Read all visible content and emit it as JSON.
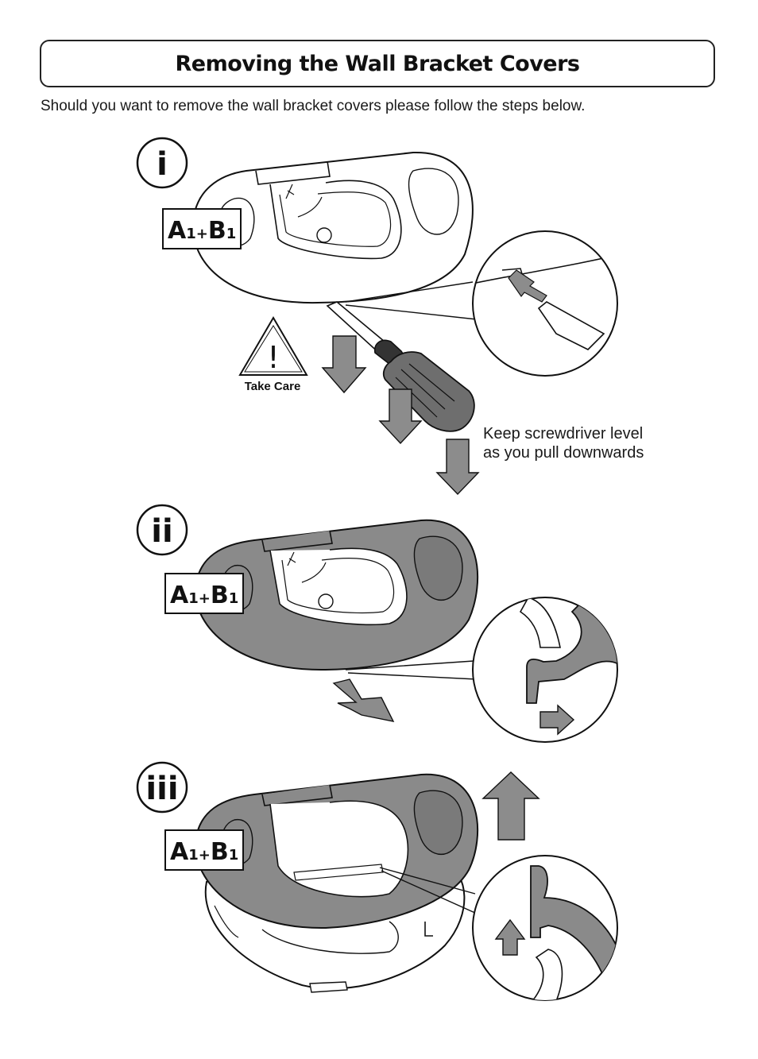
{
  "header": {
    "title": "Removing the Wall Bracket Covers",
    "intro": "Should you want to remove the wall bracket covers please follow the steps below."
  },
  "steps": [
    {
      "number": "i",
      "part_label": {
        "letter_a": "A",
        "sub_a": "1",
        "plus": "+",
        "letter_b": "B",
        "sub_b": "1"
      }
    },
    {
      "number": "ii",
      "part_label": {
        "letter_a": "A",
        "sub_a": "1",
        "plus": "+",
        "letter_b": "B",
        "sub_b": "1"
      }
    },
    {
      "number": "iii",
      "part_label": {
        "letter_a": "A",
        "sub_a": "1",
        "plus": "+",
        "letter_b": "B",
        "sub_b": "1"
      }
    }
  ],
  "warning": {
    "label": "Take Care",
    "symbol": "!"
  },
  "instruction": {
    "line1": "Keep screwdriver level",
    "line2": "as you pull downwards"
  },
  "colors": {
    "cover_fill": "#8a8a8a",
    "outline": "#1a1a1a",
    "arrow_fill": "#8c8c8c",
    "background": "#ffffff"
  }
}
